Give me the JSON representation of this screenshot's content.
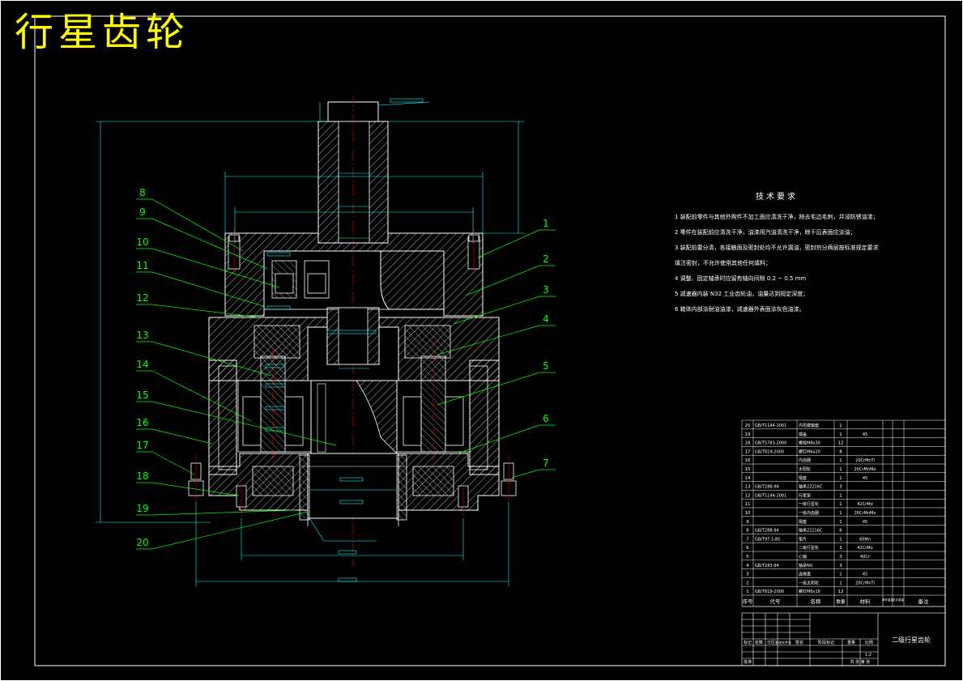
{
  "title": "行星齿轮",
  "colors": {
    "background": "#000000",
    "title": "#ffff00",
    "outline": "#ffffff",
    "dimension": "#00ffff",
    "leader": "#00ff00",
    "body": "#ff0000",
    "text": "#ffffff"
  },
  "balloons": {
    "left": [
      "8",
      "9",
      "10",
      "11",
      "12",
      "13",
      "14",
      "15",
      "16",
      "17",
      "18",
      "19",
      "20"
    ],
    "right": [
      "1",
      "2",
      "3",
      "4",
      "5",
      "6",
      "7"
    ]
  },
  "tech_requirements": {
    "heading": "技术要求",
    "lines": [
      "1 装配前零件与其他外购件不加工面应清洗干净，除去毛边毛刺，并浸防锈油漆；",
      "2 零件在装配前应清洗干净，油漆用汽油清洗干净，晾干后表面应涂油；",
      "3 装配前要分清，各接触面及密封处均不允许漏油，密封剂分两层按标准规定要求",
      "   填注密封，不允许使用其他任何填料；",
      "4 调整、固定轴承时应留有轴向间隙 0.2 ~ 0.5 mm",
      "5 减速器内装 N32 工业齿轮油，油量达到规定深度；",
      "6 箱体内部涂耐油油漆，减速器外表面涂灰色油漆。"
    ]
  },
  "bom": {
    "rows": [
      {
        "no": "20",
        "code": "GB/T1144-2001",
        "name": "内花键轴套",
        "qty": "1",
        "material": "",
        "remark": ""
      },
      {
        "no": "19",
        "code": "",
        "name": "端盖",
        "qty": "1",
        "material": "45",
        "remark": ""
      },
      {
        "no": "18",
        "code": "GB/T5783-2000",
        "name": "螺栓M8x30",
        "qty": "12",
        "material": "",
        "remark": ""
      },
      {
        "no": "17",
        "code": "GB/T819-2000",
        "name": "螺钉M6x20",
        "qty": "8",
        "material": "",
        "remark": ""
      },
      {
        "no": "16",
        "code": "",
        "name": "内齿圈",
        "qty": "1",
        "material": "20CrMnTi",
        "remark": ""
      },
      {
        "no": "15",
        "code": "",
        "name": "太阳轮",
        "qty": "1",
        "material": "20CrMnMo",
        "remark": ""
      },
      {
        "no": "14",
        "code": "",
        "name": "隔套",
        "qty": "1",
        "material": "45",
        "remark": ""
      },
      {
        "no": "13",
        "code": "GB/T288-94",
        "name": "轴承22216C",
        "qty": "3",
        "material": "",
        "remark": ""
      },
      {
        "no": "12",
        "code": "GB/T1144-2001",
        "name": "行星架",
        "qty": "1",
        "material": "",
        "remark": ""
      },
      {
        "no": "11",
        "code": "",
        "name": "一级行星轮",
        "qty": "1",
        "material": "42CrMo",
        "remark": ""
      },
      {
        "no": "10",
        "code": "",
        "name": "一级内齿圈",
        "qty": "1",
        "material": "20CrMnMo",
        "remark": ""
      },
      {
        "no": "9",
        "code": "",
        "name": "隔套",
        "qty": "1",
        "material": "45",
        "remark": ""
      },
      {
        "no": "8",
        "code": "GB/T288-94",
        "name": "轴承22216C",
        "qty": "6",
        "material": "",
        "remark": ""
      },
      {
        "no": "7",
        "code": "GB/T97.1-85",
        "name": "垫片",
        "qty": "1",
        "material": "65Mn",
        "remark": ""
      },
      {
        "no": "6",
        "code": "",
        "name": "二级行星轮",
        "qty": "3",
        "material": "42CrMo",
        "remark": ""
      },
      {
        "no": "5",
        "code": "",
        "name": "心轴",
        "qty": "3",
        "material": "40Cr",
        "remark": ""
      },
      {
        "no": "4",
        "code": "GB/T283-94",
        "name": "轴承NU",
        "qty": "3",
        "material": "",
        "remark": ""
      },
      {
        "no": "3",
        "code": "",
        "name": "连接盘",
        "qty": "1",
        "material": "45",
        "remark": ""
      },
      {
        "no": "2",
        "code": "",
        "name": "一级太阳轮",
        "qty": "1",
        "material": "20CrMnTi",
        "remark": ""
      },
      {
        "no": "1",
        "code": "GB/T819-2000",
        "name": "螺钉M6x16",
        "qty": "12",
        "material": "",
        "remark": ""
      }
    ],
    "header": {
      "no": "序号",
      "code": "代号",
      "name": "名称",
      "qty": "数量",
      "material": "材料",
      "unit_weight": "单件重量",
      "total_weight": "总计重量",
      "remark": "备注"
    }
  },
  "title_block": {
    "drawing_name": "二级行星齿轮",
    "scale": "1:2",
    "labels": {
      "mark": "标记",
      "count": "处数",
      "zone": "分区",
      "doc": "更改文件号",
      "sign": "签名",
      "date": "年月日",
      "stage": "阶段标记",
      "weight": "重量",
      "scale": "比例",
      "sheet": "共 张 第 张",
      "approve": "批准"
    }
  }
}
